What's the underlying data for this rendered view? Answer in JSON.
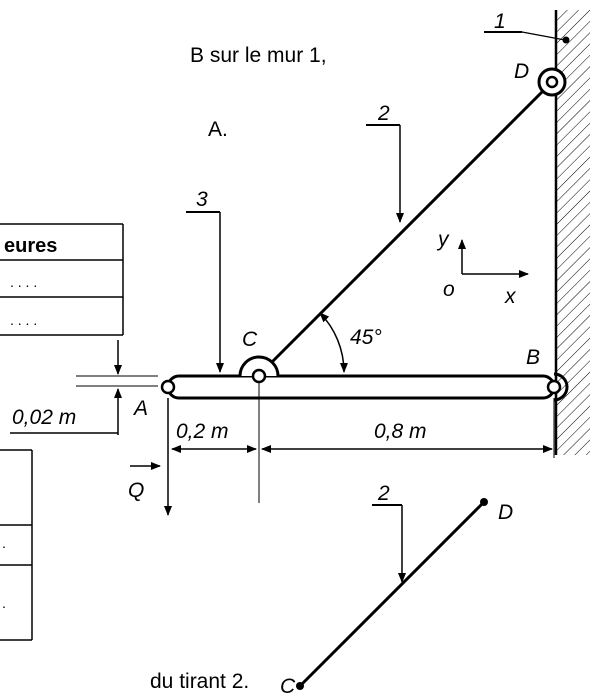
{
  "text": {
    "line1": "B sur le mur 1,",
    "line2": "A.",
    "table_header": "eures",
    "dots1": ". . . .",
    "dots2": ". . . .",
    "bottom": "du tirant 2.",
    "dot_small_1": ".",
    "dot_small_2": "."
  },
  "labels": {
    "wall": "1",
    "tie": "2",
    "beam": "3",
    "point_a": "A",
    "point_b": "B",
    "point_c": "C",
    "point_d": "D",
    "angle": "45°",
    "axis_y": "y",
    "axis_x": "x",
    "origin": "o",
    "dim_thickness": "0,02 m",
    "dim_ac": "0,2 m",
    "dim_cb": "0,8 m",
    "load": "Q"
  },
  "isolated": {
    "tie": "2",
    "point_c": "C",
    "point_d": "D"
  }
}
